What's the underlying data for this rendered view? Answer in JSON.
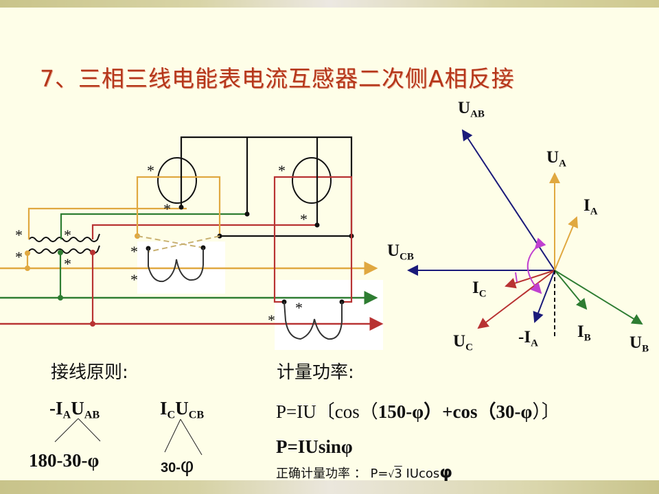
{
  "title": "7、三相三线电能表电流互感器二次侧A相反接",
  "colors": {
    "title": "#b5361a",
    "phase_a": "#e0a840",
    "phase_b": "#2e7d32",
    "phase_c": "#b83232",
    "voltage_line": "#000000",
    "line_voltage_vector": "#1a1a7a",
    "angle_arc": "#c040d0",
    "background": "#fefee8"
  },
  "circuit": {
    "polarity_mark": "*",
    "meter_elements": [
      "element-1",
      "element-2"
    ],
    "phase_lines": [
      "A",
      "B",
      "C"
    ]
  },
  "phasor": {
    "labels": {
      "uab": {
        "main": "U",
        "sub": "AB"
      },
      "ua": {
        "main": "U",
        "sub": "A"
      },
      "ia": {
        "main": "I",
        "sub": "A"
      },
      "ucb": {
        "main": "U",
        "sub": "CB"
      },
      "ic": {
        "main": "I",
        "sub": "C"
      },
      "uc": {
        "main": "U",
        "sub": "C"
      },
      "neg_ia": {
        "main": "-I",
        "sub": "A"
      },
      "ib": {
        "main": "I",
        "sub": "B"
      },
      "ub": {
        "main": "U",
        "sub": "B"
      }
    }
  },
  "wiring_principle": {
    "heading": "接线原则:",
    "pair1": {
      "i_main": "-I",
      "i_sub": "A",
      "u_main": "U",
      "u_sub": "AB",
      "angle": "180-30-φ"
    },
    "pair2": {
      "i_main": "I",
      "i_sub": "C",
      "u_main": "U",
      "u_sub": "CB",
      "angle_prefix": "30-",
      "angle_symbol": "φ"
    }
  },
  "metered_power": {
    "heading": "计量功率:",
    "formula1": {
      "prefix": "P=IU〔cos（",
      "a": "150-φ",
      "mid": "）+cos（",
      "b": "30-φ",
      "suffix": "）〕"
    },
    "formula2": "P=IUsinφ",
    "correct": {
      "label": "正确计量功率 ：",
      "p": "P=",
      "sqrt": "3",
      "rest": "IUcos",
      "phi": "φ"
    }
  }
}
